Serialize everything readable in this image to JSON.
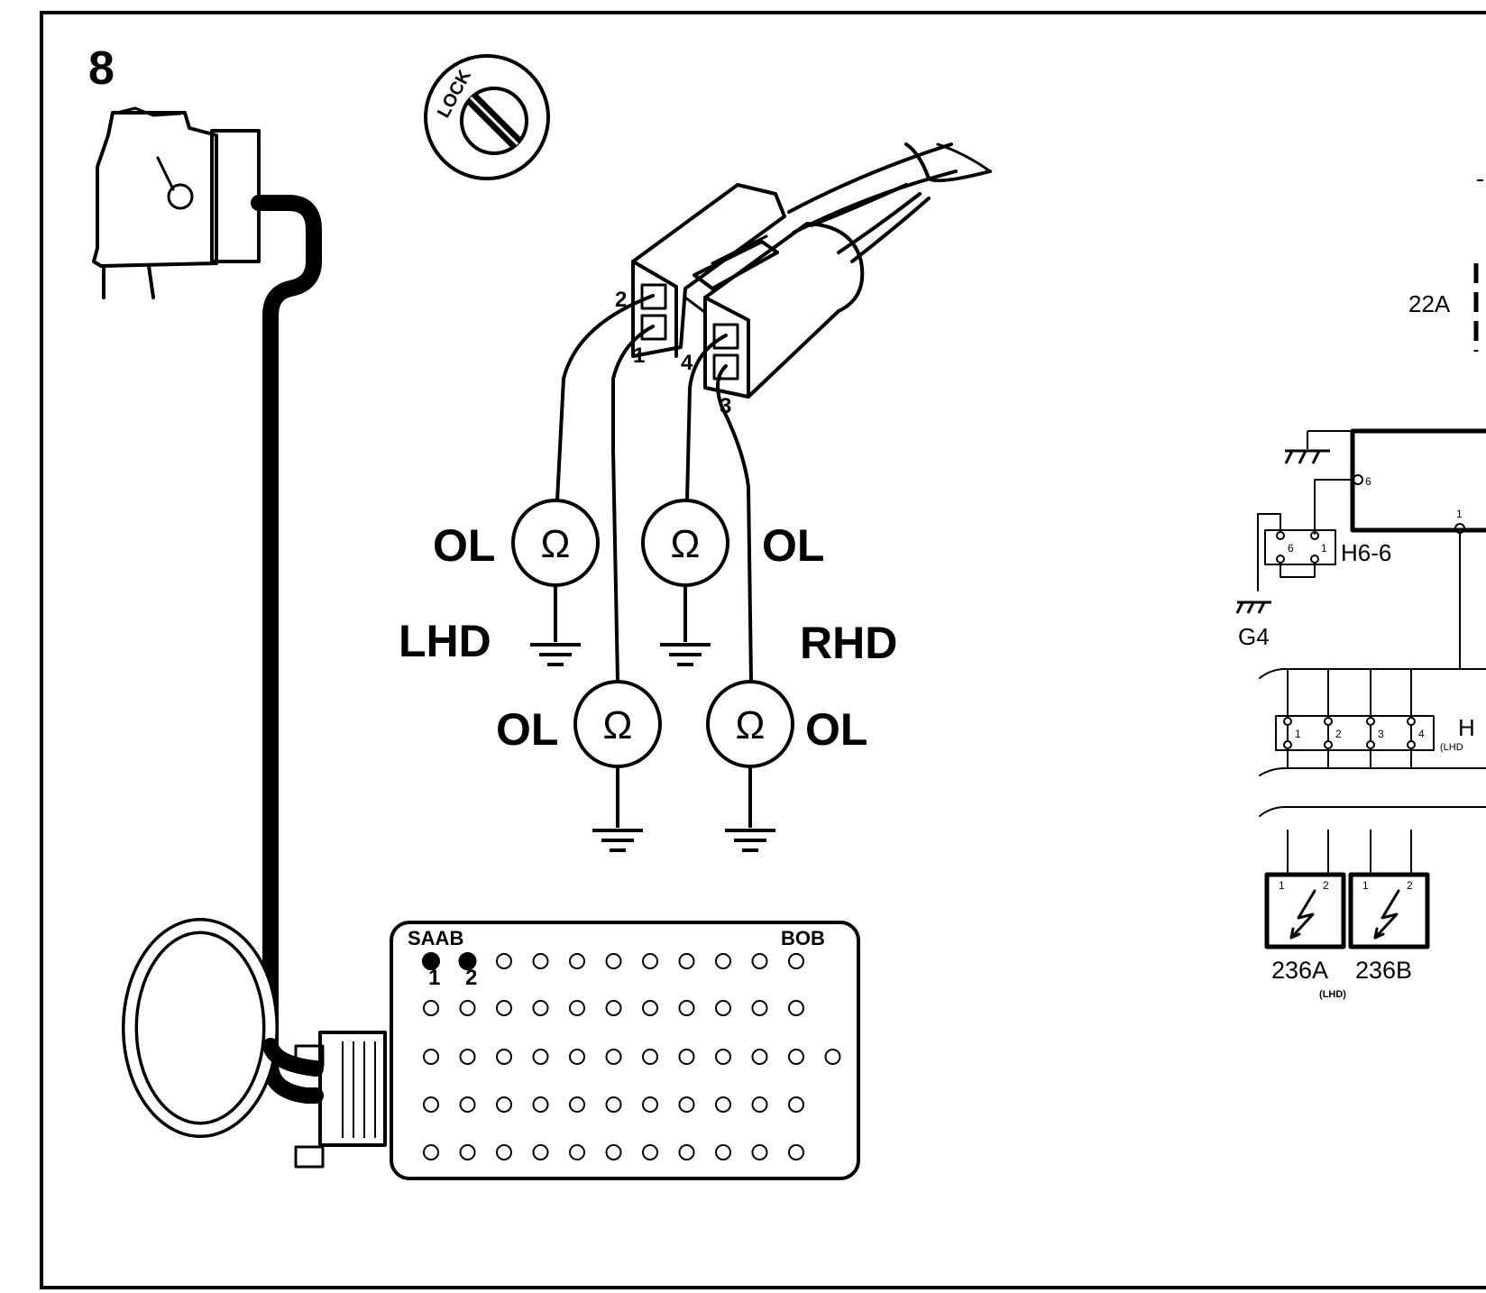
{
  "figure": {
    "number": "8"
  },
  "ignition": {
    "lock_label": "LOCK"
  },
  "connector": {
    "pins": [
      "2",
      "1",
      "4",
      "3"
    ]
  },
  "meters": {
    "symbol": "Ω",
    "readings": [
      "OL",
      "OL",
      "OL",
      "OL"
    ],
    "side_labels": [
      "LHD",
      "RHD"
    ]
  },
  "breakout_box": {
    "brand": "SAAB",
    "name": "BOB",
    "pin_labels": [
      "1",
      "2"
    ]
  },
  "schematic": {
    "fuse": "22A",
    "ground": "G4",
    "connector_h6": "H6-6",
    "connector_h": "H",
    "connector_h_note": "(LHD",
    "h6_pins": [
      "6",
      "1"
    ],
    "module_pins": [
      "6",
      "1"
    ],
    "h_pins": [
      "1",
      "2",
      "3",
      "4"
    ],
    "coils": [
      {
        "label": "236A",
        "note": "(LHD)",
        "pins": [
          "1",
          "2"
        ]
      },
      {
        "label": "236B",
        "note": "",
        "pins": [
          "1",
          "2"
        ]
      }
    ]
  }
}
